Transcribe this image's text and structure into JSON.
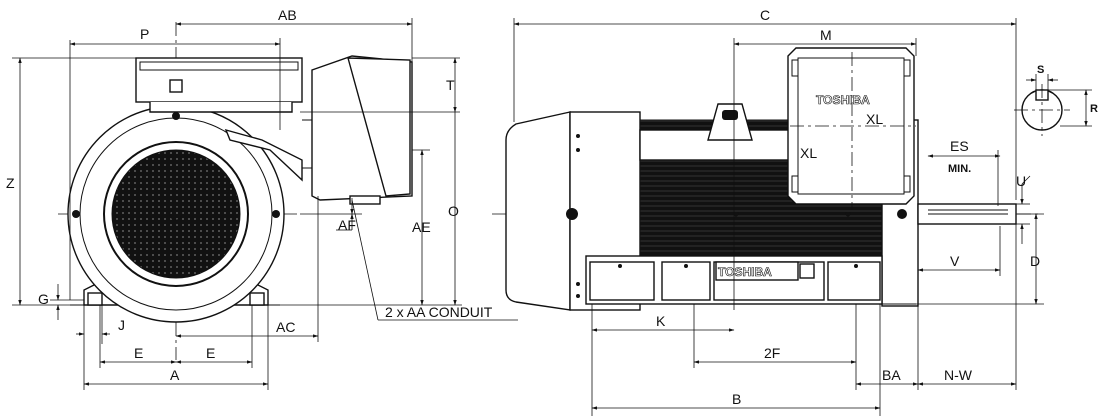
{
  "front_view": {
    "labels": {
      "P": "P",
      "AB": "AB",
      "T": "T",
      "Z": "Z",
      "O": "O",
      "AE": "AE",
      "AF": "AF",
      "G": "G",
      "J": "J",
      "AC": "AC",
      "E_left": "E",
      "E_right": "E",
      "A": "A",
      "conduit": "2 x AA CONDUIT"
    }
  },
  "side_view": {
    "labels": {
      "C": "C",
      "M": "M",
      "XL_top": "XL",
      "XL_side": "XL",
      "ES": "ES",
      "min": "MIN.",
      "U": "U",
      "V": "V",
      "D": "D",
      "K": "K",
      "2F": "2F",
      "BA": "BA",
      "NW": "N-W",
      "B": "B"
    },
    "brand_top": "TOSHIBA",
    "brand_base": "TOSHIBA"
  },
  "shaft_detail": {
    "labels": {
      "S": "S",
      "R": "R"
    }
  },
  "colors": {
    "ink": "#111111",
    "background": "#ffffff"
  }
}
